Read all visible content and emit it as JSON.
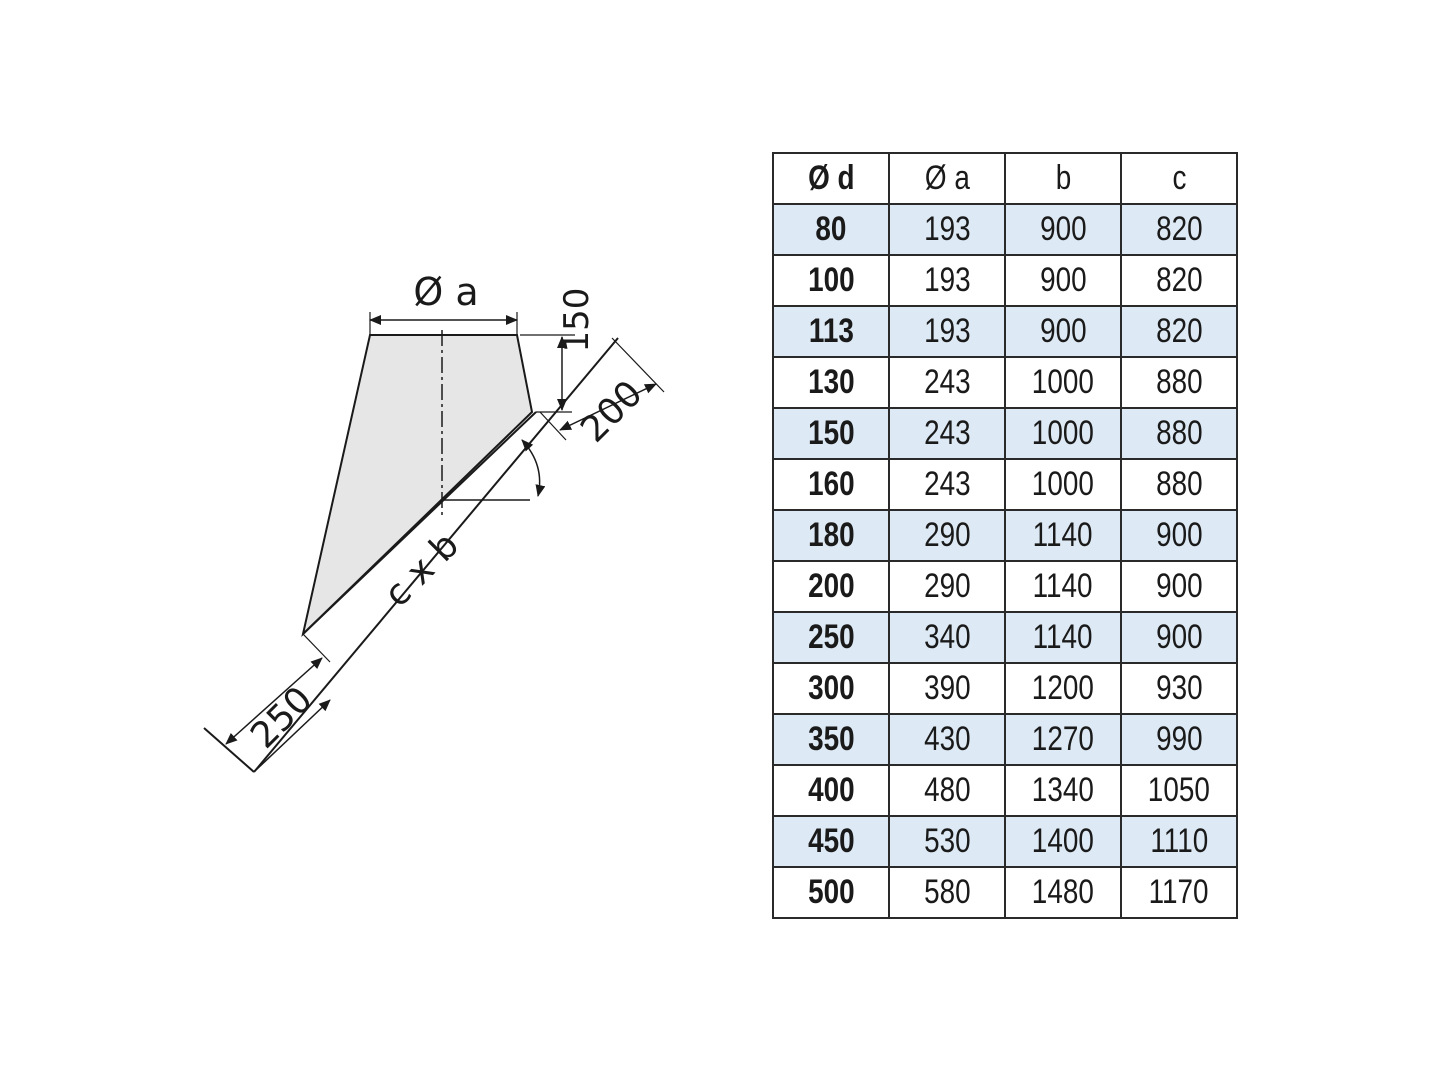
{
  "diagram": {
    "labels": {
      "top_diameter": "Ø a",
      "height": "150",
      "width": "200",
      "base_dimensions": "c x b",
      "offset": "250"
    },
    "colors": {
      "fill": "#e6e6e6",
      "stroke": "#1a1a1a"
    }
  },
  "table": {
    "headers": [
      "Ø d",
      "Ø a",
      "b",
      "c"
    ],
    "rows": [
      [
        "80",
        "193",
        "900",
        "820"
      ],
      [
        "100",
        "193",
        "900",
        "820"
      ],
      [
        "113",
        "193",
        "900",
        "820"
      ],
      [
        "130",
        "243",
        "1000",
        "880"
      ],
      [
        "150",
        "243",
        "1000",
        "880"
      ],
      [
        "160",
        "243",
        "1000",
        "880"
      ],
      [
        "180",
        "290",
        "1140",
        "900"
      ],
      [
        "200",
        "290",
        "1140",
        "900"
      ],
      [
        "250",
        "340",
        "1140",
        "900"
      ],
      [
        "300",
        "390",
        "1200",
        "930"
      ],
      [
        "350",
        "430",
        "1270",
        "990"
      ],
      [
        "400",
        "480",
        "1340",
        "1050"
      ],
      [
        "450",
        "530",
        "1400",
        "1110"
      ],
      [
        "500",
        "580",
        "1480",
        "1170"
      ]
    ],
    "colors": {
      "shaded_row": "#dde9f4",
      "border": "#2a2a2a"
    }
  }
}
